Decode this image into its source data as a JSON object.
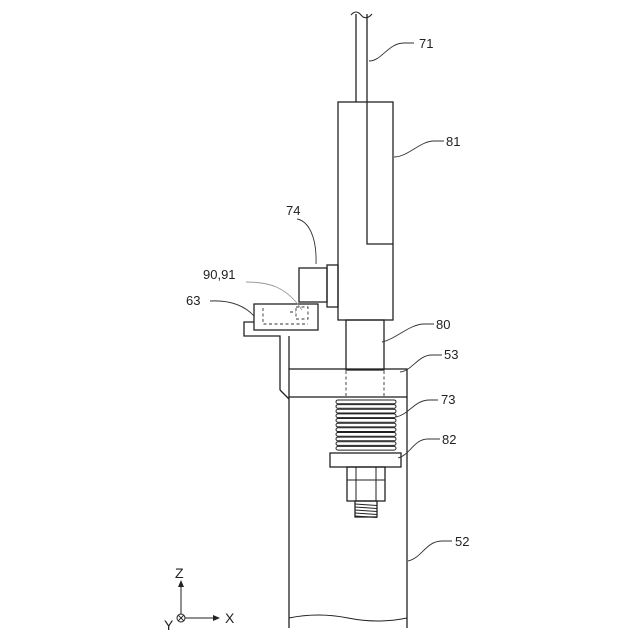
{
  "labels": {
    "wire": "71",
    "upper_body": "81",
    "bracket_block": "74",
    "sensor": "90,91",
    "plate": "63",
    "rod": "80",
    "top_plate": "53",
    "spring": "73",
    "nut_washer": "82",
    "column": "52"
  },
  "axes": {
    "z": "Z",
    "x": "X",
    "y": "Y"
  }
}
